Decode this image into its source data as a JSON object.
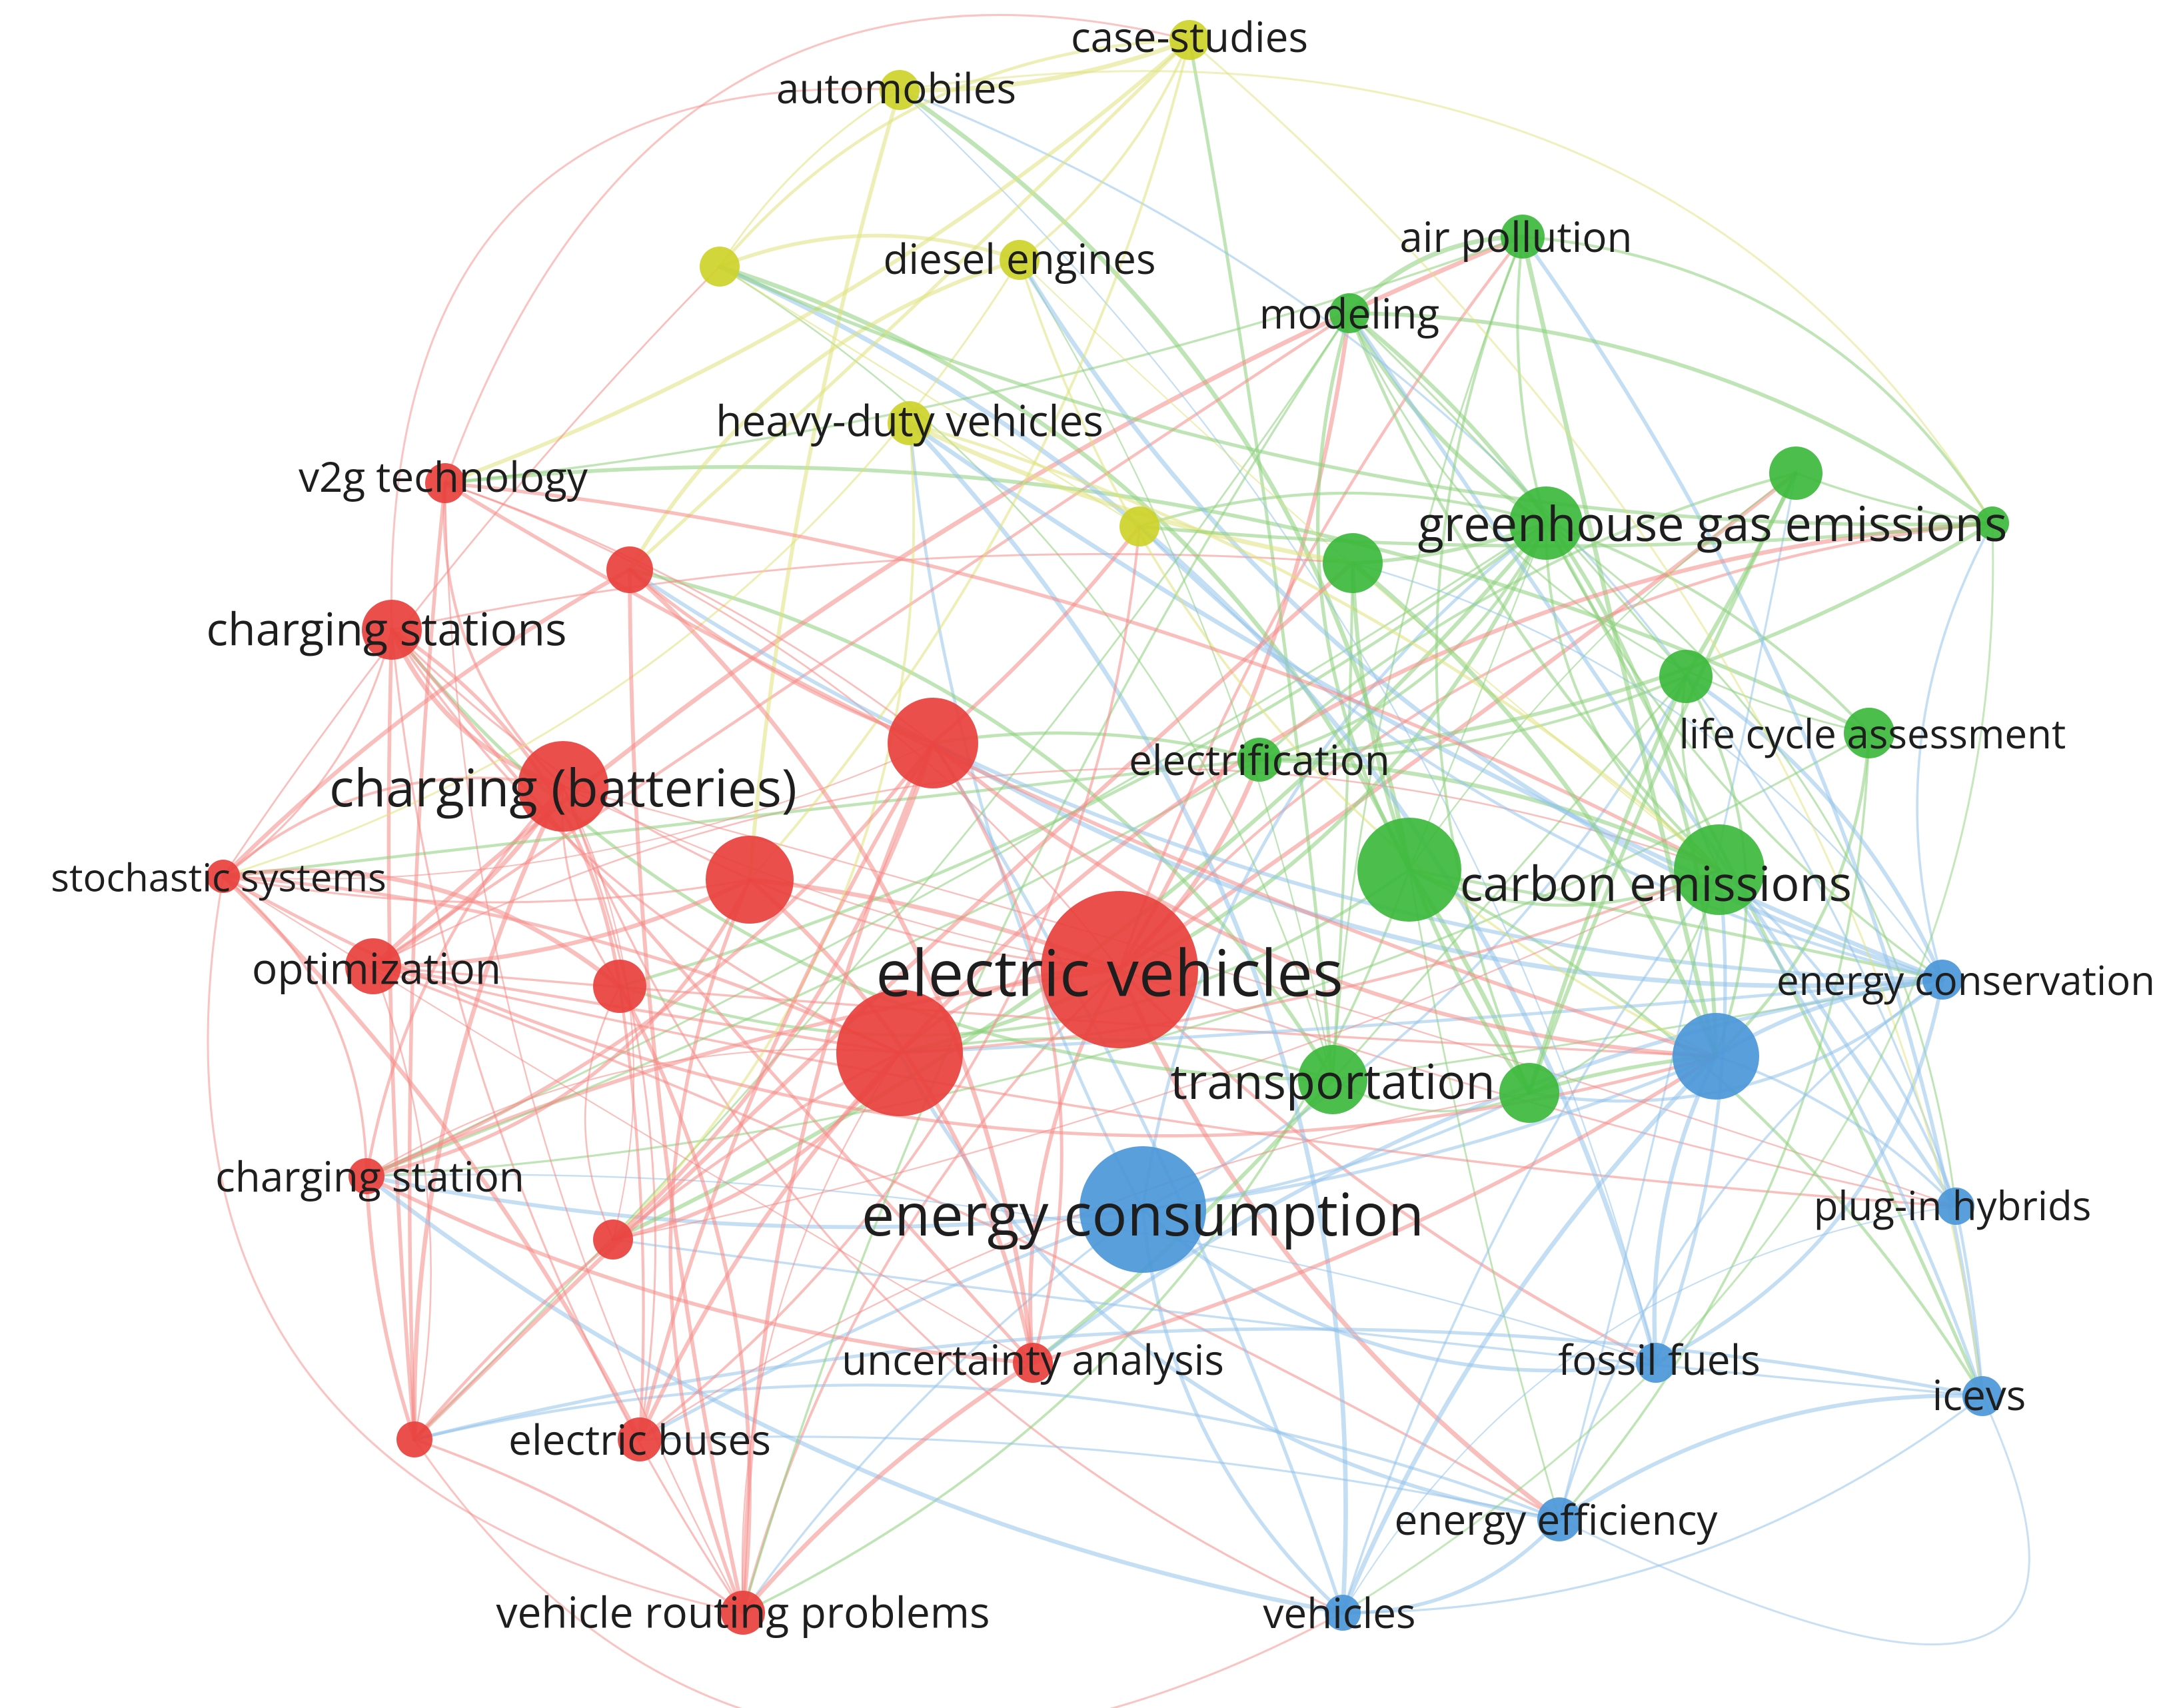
{
  "clusters": {
    "red": {
      "color": "#e8403c",
      "edge": "#f48a86"
    },
    "green": {
      "color": "#3cb93c",
      "edge": "#8ad07a"
    },
    "blue": {
      "color": "#4b97d8",
      "edge": "#93c2ea"
    },
    "yellow": {
      "color": "#cdd22a",
      "edge": "#dfe27a"
    }
  },
  "nodes": [
    {
      "id": "electric-vehicles",
      "label": "electric vehicles",
      "cluster": "red",
      "weight": 10
    },
    {
      "id": "energy-consumption",
      "label": "energy consumption",
      "cluster": "blue",
      "weight": 8
    },
    {
      "id": "charging-batteries",
      "label": "charging (batteries)",
      "cluster": "red",
      "weight": 7
    },
    {
      "id": "carbon-emissions",
      "label": "carbon emissions",
      "cluster": "green",
      "weight": 6
    },
    {
      "id": "transportation",
      "label": "transportation",
      "cluster": "green",
      "weight": 5
    },
    {
      "id": "greenhouse-gas-emissions",
      "label": "greenhouse gas emissions",
      "cluster": "green",
      "weight": 5
    },
    {
      "id": "charging-stations",
      "label": "charging stations",
      "cluster": "red",
      "weight": 4
    },
    {
      "id": "optimization",
      "label": "optimization",
      "cluster": "red",
      "weight": 4
    },
    {
      "id": "life-cycle-assessment",
      "label": "life cycle assessment",
      "cluster": "green",
      "weight": 4
    },
    {
      "id": "electrification",
      "label": "electrification",
      "cluster": "green",
      "weight": 3
    },
    {
      "id": "energy-conservation",
      "label": "energy conservation",
      "cluster": "blue",
      "weight": 3
    },
    {
      "id": "plug-in-hybrids",
      "label": "plug-in hybrids",
      "cluster": "blue",
      "weight": 3
    },
    {
      "id": "fossil-fuels",
      "label": "fossil fuels",
      "cluster": "blue",
      "weight": 3
    },
    {
      "id": "icevs",
      "label": "icevs",
      "cluster": "blue",
      "weight": 3
    },
    {
      "id": "energy-efficiency",
      "label": "energy efficiency",
      "cluster": "blue",
      "weight": 3
    },
    {
      "id": "vehicles",
      "label": "vehicles",
      "cluster": "blue",
      "weight": 3
    },
    {
      "id": "air-pollution",
      "label": "air pollution",
      "cluster": "green",
      "weight": 3
    },
    {
      "id": "modeling",
      "label": "modeling",
      "cluster": "green",
      "weight": 3
    },
    {
      "id": "heavy-duty-vehicles",
      "label": "heavy-duty vehicles",
      "cluster": "yellow",
      "weight": 3
    },
    {
      "id": "diesel-engines",
      "label": "diesel engines",
      "cluster": "yellow",
      "weight": 3
    },
    {
      "id": "automobiles",
      "label": "automobiles",
      "cluster": "yellow",
      "weight": 3
    },
    {
      "id": "case-studies",
      "label": "case-studies",
      "cluster": "yellow",
      "weight": 3
    },
    {
      "id": "v2g-technology",
      "label": "v2g technology",
      "cluster": "red",
      "weight": 3
    },
    {
      "id": "stochastic-systems",
      "label": "stochastic systems",
      "cluster": "red",
      "weight": 3
    },
    {
      "id": "charging-station",
      "label": "charging station",
      "cluster": "red",
      "weight": 3
    },
    {
      "id": "uncertainty-analysis",
      "label": "uncertainty analysis",
      "cluster": "red",
      "weight": 3
    },
    {
      "id": "electric-buses",
      "label": "electric buses",
      "cluster": "red",
      "weight": 3
    },
    {
      "id": "vehicle-routing-problems",
      "label": "vehicle routing problems",
      "cluster": "red",
      "weight": 3
    },
    {
      "id": "red-unlabeled-a",
      "label": "",
      "cluster": "red",
      "weight": 6
    },
    {
      "id": "red-unlabeled-b",
      "label": "",
      "cluster": "red",
      "weight": 5
    },
    {
      "id": "red-unlabeled-c",
      "label": "",
      "cluster": "red",
      "weight": 5
    },
    {
      "id": "red-unlabeled-d",
      "label": "",
      "cluster": "red",
      "weight": 2
    },
    {
      "id": "red-unlabeled-e",
      "label": "",
      "cluster": "red",
      "weight": 2
    },
    {
      "id": "red-unlabeled-f",
      "label": "",
      "cluster": "red",
      "weight": 2
    },
    {
      "id": "red-unlabeled-g",
      "label": "",
      "cluster": "red",
      "weight": 2
    },
    {
      "id": "green-unlabeled-a",
      "label": "",
      "cluster": "green",
      "weight": 6
    },
    {
      "id": "green-unlabeled-b",
      "label": "",
      "cluster": "green",
      "weight": 3
    },
    {
      "id": "green-unlabeled-c",
      "label": "",
      "cluster": "green",
      "weight": 3
    },
    {
      "id": "green-unlabeled-d",
      "label": "",
      "cluster": "green",
      "weight": 3
    },
    {
      "id": "green-unlabeled-e",
      "label": "",
      "cluster": "green",
      "weight": 2
    },
    {
      "id": "green-unlabeled-f",
      "label": "",
      "cluster": "green",
      "weight": 3
    },
    {
      "id": "blue-unlabeled-a",
      "label": "",
      "cluster": "blue",
      "weight": 5
    },
    {
      "id": "yellow-unlabeled-a",
      "label": "",
      "cluster": "yellow",
      "weight": 2
    },
    {
      "id": "yellow-unlabeled-b",
      "label": "",
      "cluster": "yellow",
      "weight": 2
    }
  ]
}
